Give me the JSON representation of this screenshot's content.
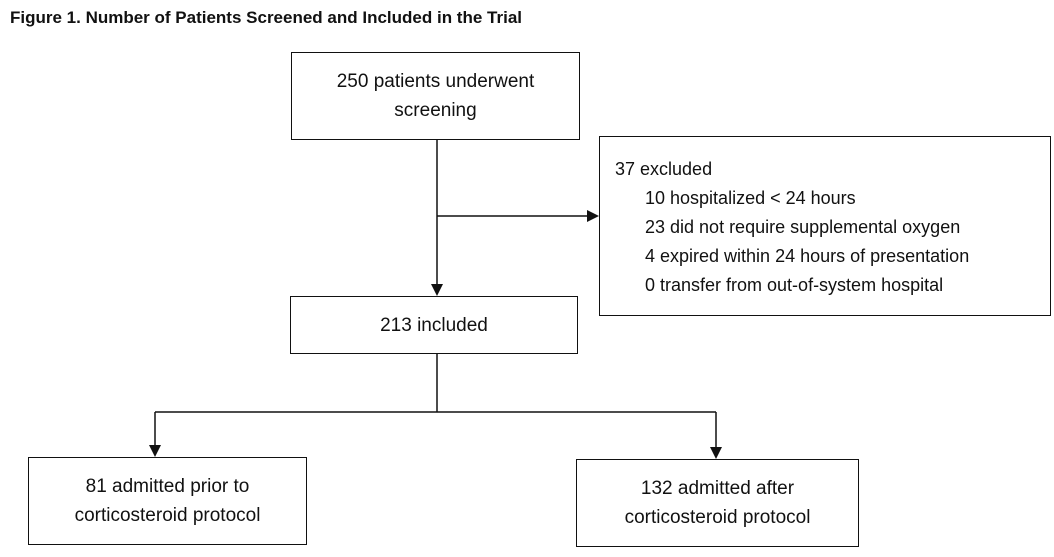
{
  "figure_title": "Figure 1. Number of Patients Screened and Included in the Trial",
  "boxes": {
    "screened": {
      "lines": [
        "250 patients underwent",
        "screening"
      ]
    },
    "excluded": {
      "header": "37 excluded",
      "items": [
        "10 hospitalized < 24 hours",
        "23 did not require supplemental oxygen",
        "4 expired within 24 hours of presentation",
        "0 transfer from out-of-system hospital"
      ]
    },
    "included": {
      "lines": [
        "213 included"
      ]
    },
    "prior": {
      "lines": [
        "81 admitted prior to",
        "corticosteroid protocol"
      ]
    },
    "after": {
      "lines": [
        "132 admitted after",
        "corticosteroid protocol"
      ]
    }
  },
  "colors": {
    "line": "#111111",
    "background": "#ffffff"
  }
}
